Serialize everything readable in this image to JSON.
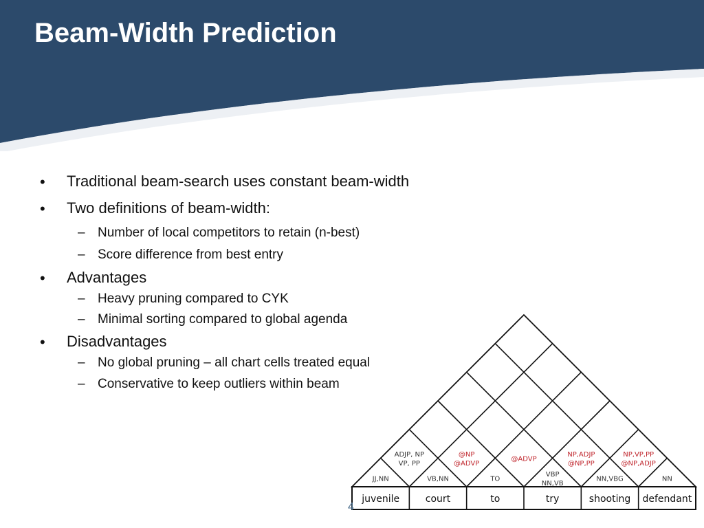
{
  "slide": {
    "title": "Beam-Width Prediction",
    "page_number": "4"
  },
  "bullets": {
    "b1": "Traditional beam-search uses constant beam-width",
    "b2": "Two definitions of beam-width:",
    "b2_1": "Number of local competitors to retain (n-best)",
    "b2_2": "Score difference from best entry",
    "b3": "Advantages",
    "b3_1": "Heavy pruning compared to CYK",
    "b3_2": "Minimal sorting compared to global agenda",
    "b4": "Disadvantages",
    "b4_1": "No global pruning – all chart cells treated equal",
    "b4_2": "Conservative to keep outliers within beam"
  },
  "markers": {
    "bullet": "•",
    "dash": "–"
  },
  "diagram": {
    "words": [
      "juvenile",
      "court",
      "to",
      "try",
      "shooting",
      "defendant"
    ],
    "span1": [
      {
        "lines": [
          "JJ,NN"
        ],
        "red": false
      },
      {
        "lines": [
          "VB,NN"
        ],
        "red": false
      },
      {
        "lines": [
          "TO"
        ],
        "red": false
      },
      {
        "lines": [
          "VBP",
          "NN,VB"
        ],
        "red": false
      },
      {
        "lines": [
          "NN,VBG"
        ],
        "red": false
      },
      {
        "lines": [
          "NN"
        ],
        "red": false
      }
    ],
    "span2": [
      {
        "lines": [
          "ADJP, NP",
          "VP, PP"
        ],
        "red": false
      },
      {
        "lines": [
          "@NP",
          "@ADVP"
        ],
        "red": true
      },
      {
        "lines": [
          "@ADVP"
        ],
        "red": true
      },
      {
        "lines": [
          "NP,ADJP",
          "@NP,PP"
        ],
        "red": true
      },
      {
        "lines": [
          "NP,VP,PP",
          "@NP,ADJP"
        ],
        "red": true
      }
    ]
  },
  "colors": {
    "header_blue": "#2c4a6b",
    "label_gray": "#333333",
    "label_red": "#c0262d"
  }
}
